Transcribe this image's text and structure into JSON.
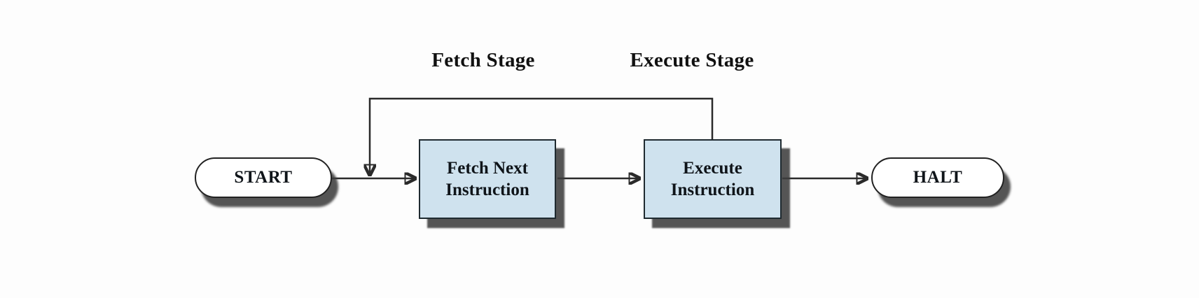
{
  "diagram": {
    "type": "flowchart",
    "stage_labels": [
      {
        "label": "Fetch Stage"
      },
      {
        "label": "Execute Stage"
      }
    ],
    "nodes": [
      {
        "id": "start",
        "shape": "terminator",
        "label": "START"
      },
      {
        "id": "fetch",
        "shape": "process",
        "label_lines": [
          "Fetch Next",
          "Instruction"
        ]
      },
      {
        "id": "execute",
        "shape": "process",
        "label_lines": [
          "Execute",
          "Instruction"
        ]
      },
      {
        "id": "halt",
        "shape": "terminator",
        "label": "HALT"
      }
    ],
    "edges": [
      {
        "from": "start",
        "to": "fetch"
      },
      {
        "from": "fetch",
        "to": "execute"
      },
      {
        "from": "execute",
        "to": "halt"
      },
      {
        "from": "execute",
        "to": "fetch",
        "kind": "feedback-loop"
      }
    ],
    "colors": {
      "background": "#fdfdfd",
      "process_fill": "#cfe2ee",
      "terminator_fill": "#ffffff",
      "node_border": "#222222",
      "shadow": "#3e3e3e",
      "connector": "#2a2a2a",
      "text": "#0f1419"
    }
  }
}
